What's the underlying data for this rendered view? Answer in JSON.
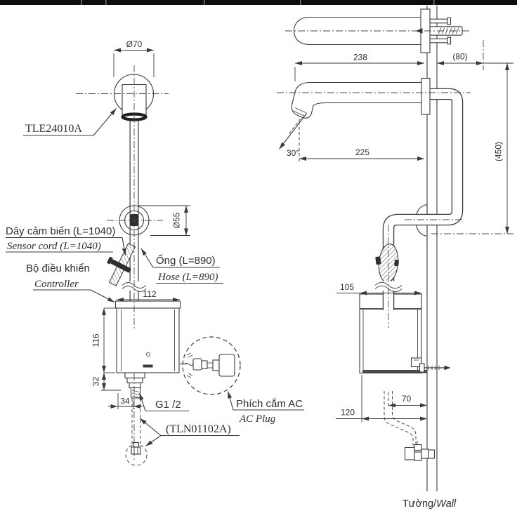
{
  "drawing": {
    "labels": {
      "model": "TLE24010A",
      "sensor_cord_vi": "Dây cảm biến (L=1040)",
      "sensor_cord_en": "Sensor cord (L=1040)",
      "controller_vi": "Bộ điều khiển",
      "controller_en": "Controller",
      "hose_vi": "Ống (L=890)",
      "hose_en": "Hose (L=890)",
      "thread_size": "G1 /2",
      "valve_model": "(TLN01102A)",
      "ac_plug_vi": "Phích cắm AC",
      "ac_plug_en": "AC Plug",
      "wall_vi": "Tường/",
      "wall_en": "Wall"
    },
    "dimensions": {
      "spout_diameter": "Ø70",
      "escutcheon_diameter": "Ø55",
      "controller_width": "112",
      "controller_height": "116",
      "outlet_height": "32",
      "outlet_width": "34",
      "top_reach": "238",
      "behind_wall": "(80)",
      "spout_reach": "225",
      "spout_angle": "30°",
      "mount_height": "(450)",
      "controller_side_width": "105",
      "cord_wall_offset": "70",
      "controller_depth": "120"
    },
    "colors": {
      "line": "#3a3a3a",
      "text": "#2f2f2f",
      "background": "#ffffff",
      "top_bar": "#0d0d0d"
    }
  }
}
